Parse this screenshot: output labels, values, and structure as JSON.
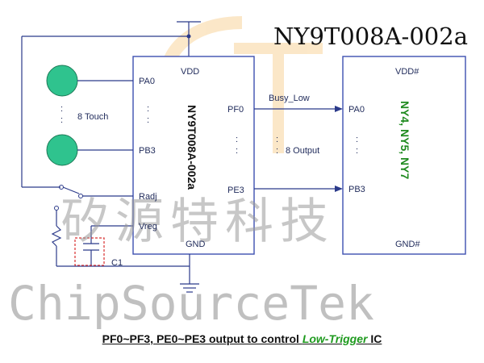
{
  "header": {
    "part_number": "NY9T008A-002a"
  },
  "chip_left": {
    "label_vertical": "NY9T008A-002a",
    "pins": {
      "vdd": "VDD",
      "pa0": "PA0",
      "pb3": "PB3",
      "pf0": "PF0",
      "pe3": "PE3",
      "radj": "Radj",
      "vreg": "Vreg",
      "gnd": "GND"
    }
  },
  "chip_right": {
    "label_vertical": "NY4, NY5, NY7",
    "pins": {
      "vdd": "VDD#",
      "pa0": "PA0",
      "pb3": "PB3",
      "gnd": "GND#"
    }
  },
  "labels": {
    "touch": "8 Touch",
    "output": "8 Output",
    "busy": "Busy_Low",
    "cap": "C1",
    "dots": ":"
  },
  "watermark": {
    "cn": "矽源特科技",
    "en": "ChipSourceTek"
  },
  "caption": {
    "prefix": "PF0~PF3, PE0~PE3 output to control ",
    "highlight": "Low-Trigger",
    "suffix": " IC"
  },
  "colors": {
    "touch_pad": "#2fc38e",
    "right_chip_label": "#1e8a1e",
    "wire": "#2b3a8a",
    "logo_orange": "#f5b34c",
    "cap_red": "#d83030"
  }
}
